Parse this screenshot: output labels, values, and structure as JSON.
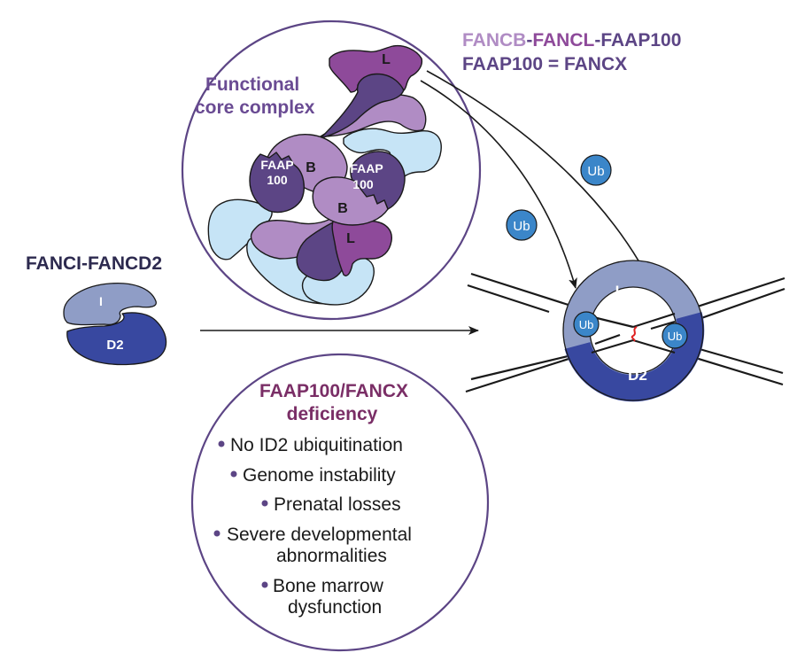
{
  "legend": {
    "line1": [
      {
        "text": "FANCB",
        "color": "#b08cc4"
      },
      {
        "text": "-",
        "color": "#5c4585"
      },
      {
        "text": "FANCL",
        "color": "#8e4a9a"
      },
      {
        "text": "-FAAP100",
        "color": "#5c4585"
      }
    ],
    "line2": "FAAP100 = FANCX",
    "line2_color": "#5c4585"
  },
  "core_complex": {
    "title_line1": "Functional",
    "title_line2": "core complex",
    "title_color": "#6a4b93",
    "circle_color": "#5c4585",
    "labels": {
      "L_top": "L",
      "L_bottom": "L",
      "B_left": "B",
      "B_right": "B",
      "faap_left_1": "FAAP",
      "faap_left_2": "100",
      "faap_right_1": "FAAP",
      "faap_right_2": "100"
    },
    "colors": {
      "fancl": "#8e4a9a",
      "faap100": "#5c4585",
      "fancb": "#b08cc4",
      "other": "#c6e4f6"
    }
  },
  "fanci_fancd2": {
    "title": "FANCI-FANCD2",
    "title_color": "#2d2a4f",
    "i_label": "I",
    "d2_label": "D2",
    "i_color": "#8f9dc6",
    "d2_color": "#3848a0"
  },
  "ub_molecules": {
    "label": "Ub",
    "color": "#3b86c9"
  },
  "dna_complex": {
    "i_label": "I",
    "d2_label": "D2",
    "ub_left": "Ub",
    "ub_right": "Ub",
    "crosslink_color": "#e02020"
  },
  "deficiency": {
    "title_line1": "FAAP100/FANCX",
    "title_line2": "deficiency",
    "title_color": "#7a2e66",
    "bullet_color": "#5c4585",
    "items": [
      {
        "line1": "No ID2 ubiquitination",
        "line2": ""
      },
      {
        "line1": "Genome instability",
        "line2": ""
      },
      {
        "line1": "Prenatal losses",
        "line2": ""
      },
      {
        "line1": "Severe developmental",
        "line2": "abnormalities"
      },
      {
        "line1": "Bone marrow",
        "line2": "dysfunction"
      }
    ]
  }
}
